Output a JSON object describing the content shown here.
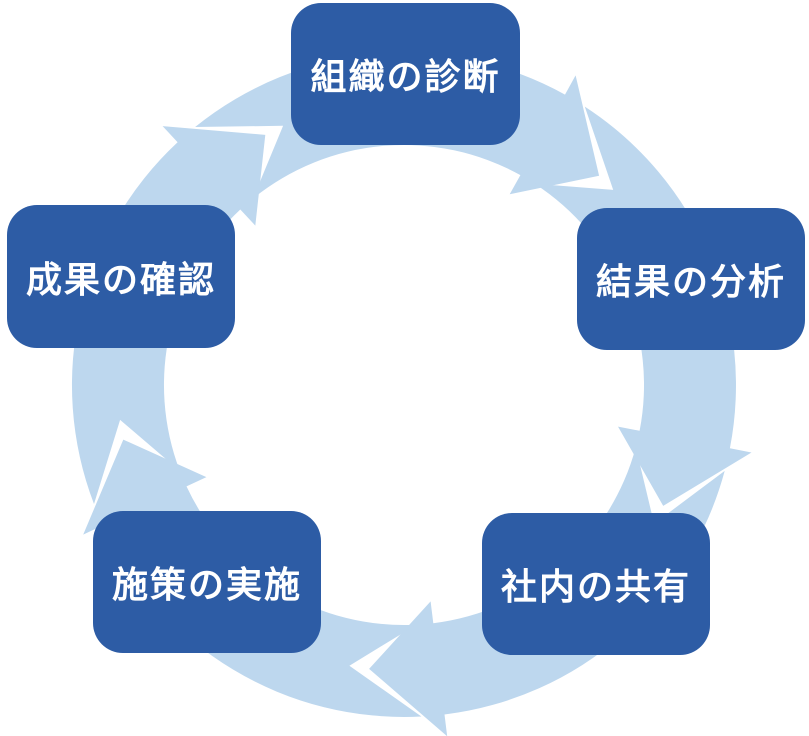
{
  "diagram": {
    "type": "cycle",
    "direction": "clockwise",
    "colors": {
      "node_fill": "#2d5ca5",
      "node_text": "#ffffff",
      "arrow_fill": "#bdd7ee",
      "background": "#ffffff"
    },
    "steps": [
      {
        "id": "top",
        "label": "組織の診断"
      },
      {
        "id": "right",
        "label": "結果の分析"
      },
      {
        "id": "bottom-right",
        "label": "社内の共有"
      },
      {
        "id": "bottom-left",
        "label": "施策の実施"
      },
      {
        "id": "left",
        "label": "成果の確認"
      }
    ]
  }
}
